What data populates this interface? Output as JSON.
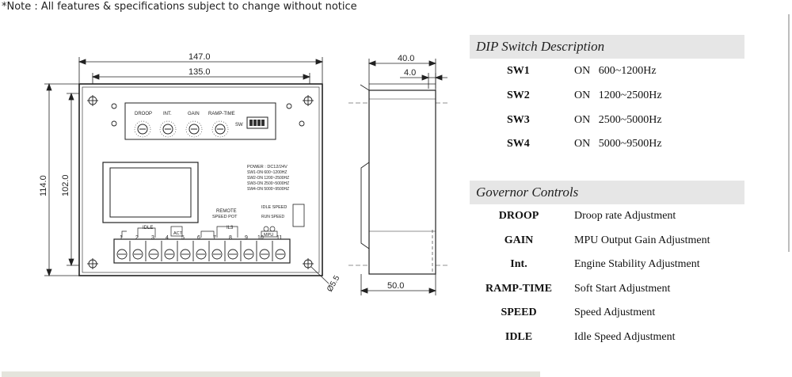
{
  "note": "*Note : All features & specifications subject to change without notice",
  "drawing": {
    "dim_width": "147.0",
    "dim_inner_width": "135.0",
    "dim_height": "114.0",
    "dim_inner_height": "102.0",
    "dim_depth": "40.0",
    "dim_step": "4.0",
    "dim_side_bottom": "50.0",
    "dim_hole": "Ø5.5",
    "knob_labels": [
      "DROOP",
      "INT.",
      "GAIN",
      "RAMP-TIME"
    ],
    "sw_label": "SW",
    "power_text": "POWER : DC12/24V",
    "spec_lines": [
      "SW1-ON   600~1200HZ",
      "SW2-ON   1200~2500HZ",
      "SW3-ON   2500~5000HZ",
      "SW4-ON   5000~9500HZ"
    ],
    "remote_pot": [
      "REMOTE",
      "SPEED POT"
    ],
    "idle_speed": "IDLE SPEED",
    "run_speed": "RUN SPEED",
    "idle_label": "IDLE",
    "act_label": "ACT",
    "il3_label": "IL3",
    "mpu_label": "MPU",
    "terminals": [
      "1",
      "2",
      "3",
      "4",
      "5",
      "6",
      "7",
      "8",
      "9",
      "10",
      "11"
    ]
  },
  "dip": {
    "title": "DIP Switch Description",
    "rows": [
      {
        "key": "SW1",
        "on": "ON",
        "range": "600~1200Hz"
      },
      {
        "key": "SW2",
        "on": "ON",
        "range": "1200~2500Hz"
      },
      {
        "key": "SW3",
        "on": "ON",
        "range": "2500~5000Hz"
      },
      {
        "key": "SW4",
        "on": "ON",
        "range": "5000~9500Hz"
      }
    ]
  },
  "governor": {
    "title": "Governor Controls",
    "rows": [
      {
        "key": "DROOP",
        "desc": "Droop rate Adjustment"
      },
      {
        "key": "GAIN",
        "desc": "MPU Output Gain Adjustment"
      },
      {
        "key": "Int.",
        "desc": "Engine Stability Adjustment"
      },
      {
        "key": "RAMP-TIME",
        "desc": "Soft Start Adjustment"
      },
      {
        "key": "SPEED",
        "desc": "Speed Adjustment"
      },
      {
        "key": "IDLE",
        "desc": "Idle Speed Adjustment"
      }
    ]
  }
}
